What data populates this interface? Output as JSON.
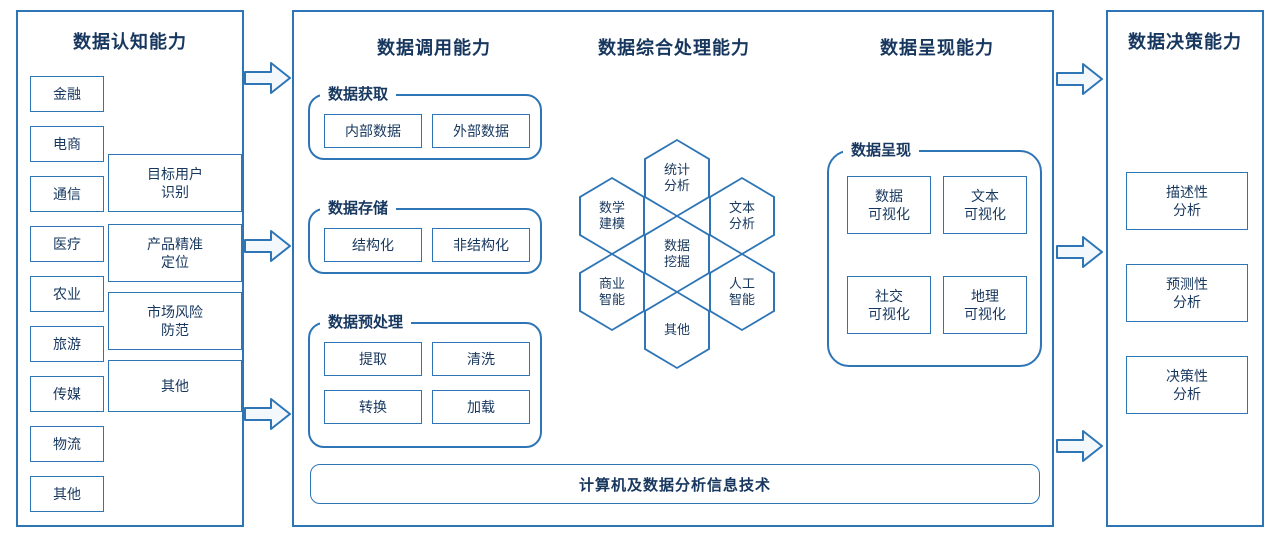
{
  "colors": {
    "accent": "#2E75B6",
    "text": "#17375E",
    "background": "#FFFFFF"
  },
  "left_panel": {
    "title": "数据认知能力",
    "industries": [
      "金融",
      "电商",
      "通信",
      "医疗",
      "农业",
      "旅游",
      "传媒",
      "物流",
      "其他"
    ],
    "applications": [
      "目标用户\n识别",
      "产品精准\n定位",
      "市场风险\n防范",
      "其他"
    ]
  },
  "middle_panel": {
    "invoke_title": "数据调用能力",
    "process_title": "数据综合处理能力",
    "present_title": "数据呈现能力",
    "acquire_group": {
      "label": "数据获取",
      "items": [
        "内部数据",
        "外部数据"
      ]
    },
    "storage_group": {
      "label": "数据存储",
      "items": [
        "结构化",
        "非结构化"
      ]
    },
    "preprocess_group": {
      "label": "数据预处理",
      "items": [
        "提取",
        "清洗",
        "转换",
        "加载"
      ]
    },
    "hexagons": [
      "统计\n分析",
      "数学\n建模",
      "文本\n分析",
      "数据\n挖掘",
      "商业\n智能",
      "人工\n智能",
      "其他"
    ],
    "present_group": {
      "label": "数据呈现",
      "items": [
        "数据\n可视化",
        "文本\n可视化",
        "社交\n可视化",
        "地理\n可视化"
      ]
    },
    "bottom_bar": "计算机及数据分析信息技术"
  },
  "right_panel": {
    "title": "数据决策能力",
    "items": [
      "描述性\n分析",
      "预测性\n分析",
      "决策性\n分析"
    ]
  }
}
